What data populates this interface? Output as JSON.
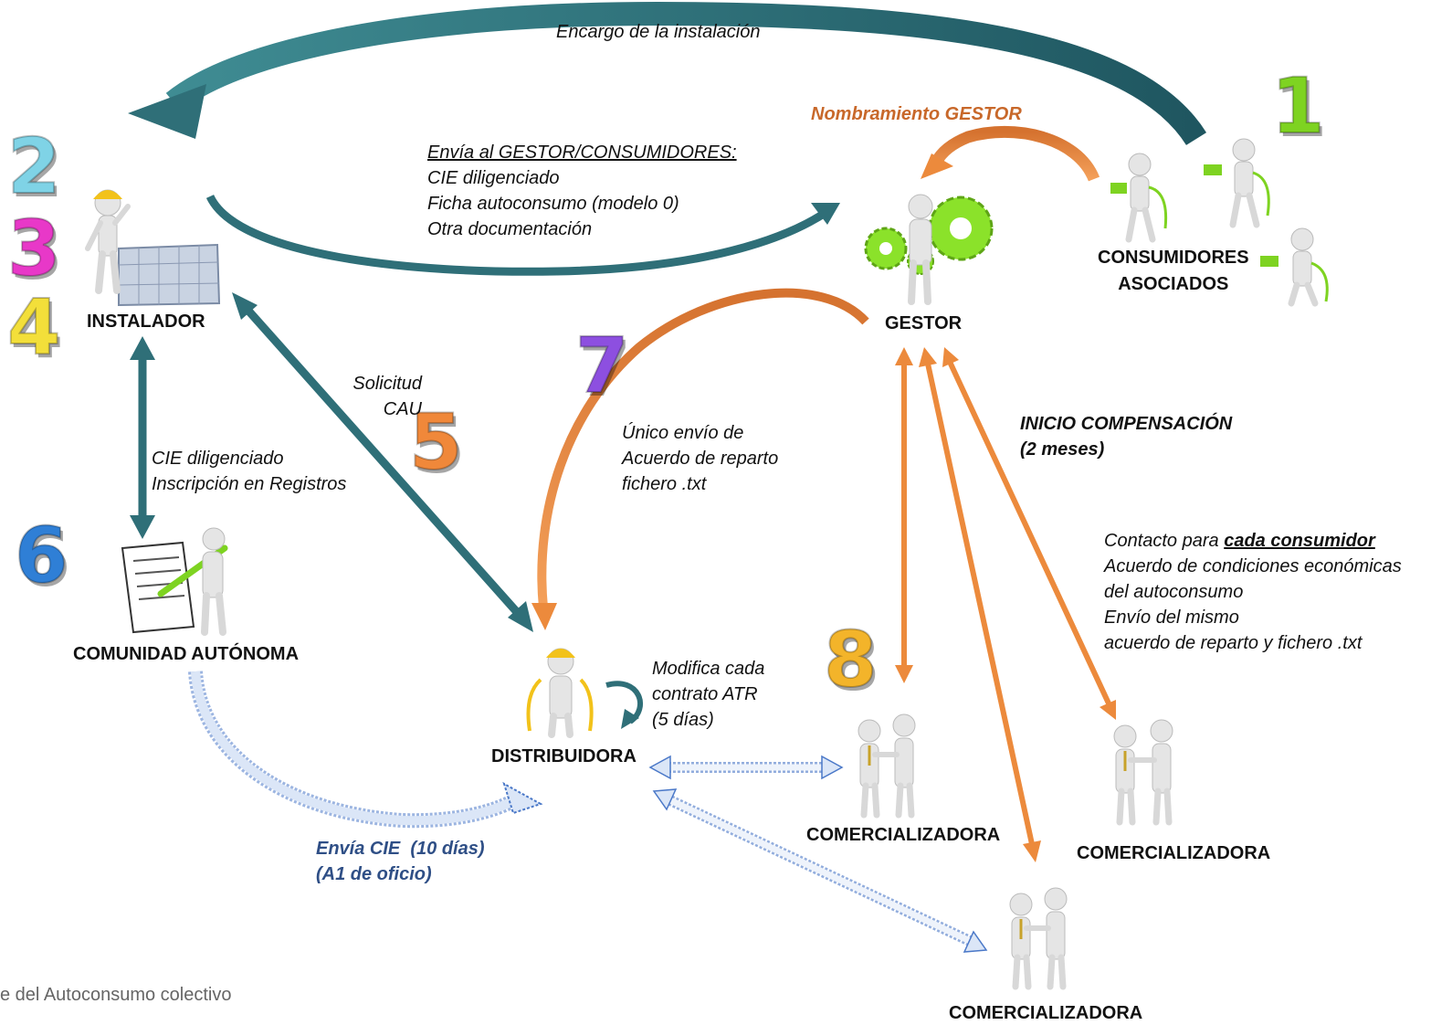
{
  "steps": {
    "one": {
      "label": "1",
      "color": "#7ed321"
    },
    "two": {
      "label": "2",
      "color": "#7fd3e6"
    },
    "three": {
      "label": "3",
      "color": "#e838c8"
    },
    "four": {
      "label": "4",
      "color": "#f3df3a"
    },
    "five": {
      "label": "5",
      "color": "#f0883a"
    },
    "six": {
      "label": "6",
      "color": "#2f7fd6"
    },
    "seven": {
      "label": "7",
      "color": "#8d4fe0"
    },
    "eight": {
      "label": "8",
      "color": "#f3b42a"
    }
  },
  "nodes": {
    "instalador": "INSTALADOR",
    "gestor": "GESTOR",
    "consumidores_line1": "CONSUMIDORES",
    "consumidores_line2": "ASOCIADOS",
    "comunidad": "COMUNIDAD AUTÓNOMA",
    "distribuidora": "DISTRIBUIDORA",
    "comercializadora_1": "COMERCIALIZADORA",
    "comercializadora_2": "COMERCIALIZADORA",
    "comercializadora_3": "COMERCIALIZADORA"
  },
  "labels": {
    "encargo": "Encargo de la instalación",
    "nombramiento": "Nombramiento GESTOR",
    "envia_title": "Envía al GESTOR/CONSUMIDORES:",
    "envia_lines": [
      "CIE diligenciado",
      "Ficha autoconsumo (modelo 0)",
      "Otra documentación"
    ],
    "solicitud": [
      "Solicitud",
      "CAU"
    ],
    "cie_lines": [
      "CIE diligenciado",
      "Inscripción en Registros"
    ],
    "unico": [
      "Único envío de",
      "Acuerdo de reparto",
      "fichero .txt"
    ],
    "inicio": [
      "INICIO COMPENSACIÓN",
      "(2 meses)"
    ],
    "contacto_prefix": "Contacto para ",
    "contacto_emph": "cada consumidor",
    "contacto_lines": [
      "Acuerdo de condiciones económicas",
      "del autoconsumo",
      "Envío del mismo",
      "acuerdo de reparto y fichero .txt"
    ],
    "modifica": [
      "Modifica cada",
      "contrato ATR",
      "(5 días)"
    ],
    "envia_cie": [
      "Envía CIE  (10 días)",
      "(A1 de oficio)"
    ],
    "footer": "e del Autoconsumo colectivo"
  },
  "colors": {
    "teal": "#2f6f78",
    "orange": "#ec8a3c",
    "dark_orange": "#c8682a",
    "dashed_blue": "#4a78c8",
    "label_blue": "#2f4f86"
  }
}
